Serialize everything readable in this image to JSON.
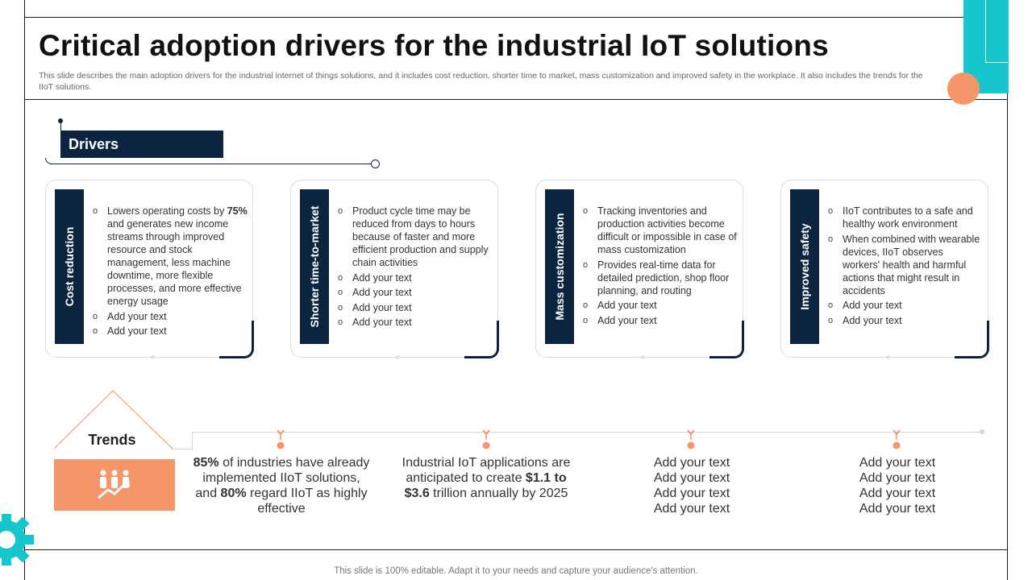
{
  "title": "Critical adoption drivers for the industrial IoT solutions",
  "description": "This slide describes the main adoption drivers for the industrial internet of things solutions, and it includes cost reduction, shorter time to market, mass customization and improved safety in the workplace. It also includes the trends for the IIoT solutions.",
  "drivers_label": "Drivers",
  "cards": [
    {
      "heading": "Cost reduction",
      "items": [
        {
          "pre": "Lowers operating costs by ",
          "bold": "75%",
          "post": " and generates new income streams through improved resource and stock management, less machine downtime, more flexible processes, and more effective  energy usage"
        },
        {
          "pre": "Add your text",
          "bold": "",
          "post": ""
        },
        {
          "pre": "Add your text",
          "bold": "",
          "post": ""
        }
      ]
    },
    {
      "heading": "Shorter time-to-market",
      "items": [
        {
          "pre": "Product cycle time may be reduced from days to hours because of faster and more efficient production and supply chain activities",
          "bold": "",
          "post": ""
        },
        {
          "pre": "Add your text",
          "bold": "",
          "post": ""
        },
        {
          "pre": "Add your text",
          "bold": "",
          "post": ""
        },
        {
          "pre": "Add your text",
          "bold": "",
          "post": ""
        },
        {
          "pre": "Add your text",
          "bold": "",
          "post": ""
        }
      ]
    },
    {
      "heading": "Mass customization",
      "items": [
        {
          "pre": "Tracking inventories and production activities become difficult or impossible in case of mass customization",
          "bold": "",
          "post": ""
        },
        {
          "pre": "Provides real-time data for detailed prediction, shop floor planning, and routing",
          "bold": "",
          "post": ""
        },
        {
          "pre": "Add your text",
          "bold": "",
          "post": ""
        },
        {
          "pre": "Add your text",
          "bold": "",
          "post": ""
        }
      ]
    },
    {
      "heading": "Improved safety",
      "items": [
        {
          "pre": "IIoT contributes to a safe and healthy work environment",
          "bold": "",
          "post": ""
        },
        {
          "pre": "When combined with wearable devices, IIoT observes workers' health and harmful actions that might result in accidents",
          "bold": "",
          "post": ""
        },
        {
          "pre": "Add your text",
          "bold": "",
          "post": ""
        },
        {
          "pre": "Add your text",
          "bold": "",
          "post": ""
        }
      ]
    }
  ],
  "trends": {
    "label": "Trends",
    "items": [
      {
        "parts": [
          {
            "t": "85%",
            "b": true
          },
          {
            "t": " of industries have already implemented IIoT solutions, and ",
            "b": false
          },
          {
            "t": "80%",
            "b": true
          },
          {
            "t": " regard IIoT  as highly effective",
            "b": false
          }
        ]
      },
      {
        "parts": [
          {
            "t": "Industrial IoT applications are anticipated to create ",
            "b": false
          },
          {
            "t": "$1.1 to $3.6",
            "b": true
          },
          {
            "t": " trillion annually  by 2025",
            "b": false
          }
        ]
      },
      {
        "lines": [
          "Add your text",
          "Add your text",
          "Add your text",
          "Add your text"
        ]
      },
      {
        "lines": [
          "Add your text",
          "Add your text",
          "Add your text",
          "Add your text"
        ]
      }
    ]
  },
  "footer": "This slide is 100% editable. Adapt it to your needs and capture your audience's attention.",
  "colors": {
    "navy": "#0b2540",
    "teal": "#16c6cc",
    "orange": "#f4956a"
  },
  "icons": [
    "gear-icon",
    "team-growth-icon"
  ]
}
